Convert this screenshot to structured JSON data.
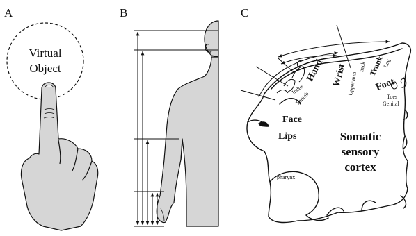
{
  "panels": {
    "a": {
      "label": "A",
      "circle_line1": "Virtual",
      "circle_line2": "Object"
    },
    "b": {
      "label": "B"
    },
    "c": {
      "label": "C",
      "body_parts": {
        "hand": "Hand",
        "wrist": "Wrist",
        "upper_arm": "Upper arm",
        "neck": "neck",
        "trunk": "Trunk",
        "leg": "Leg",
        "foot": "Foot",
        "toes": "Toes",
        "genital": "Genital",
        "index": "Index",
        "thumb": "Thumb",
        "face": "Face",
        "lips": "Lips",
        "pharynx": "pharynx"
      },
      "cortex_line1": "Somatic",
      "cortex_line2": "sensory",
      "cortex_line3": "cortex"
    }
  },
  "colors": {
    "body_fill": "#d6d6d6",
    "ink": "#111111",
    "paper": "#ffffff"
  }
}
